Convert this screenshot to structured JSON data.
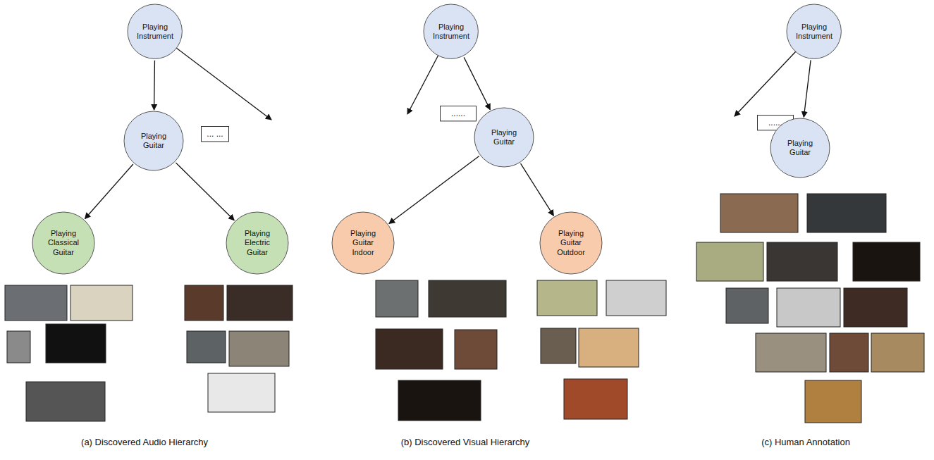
{
  "diagram": {
    "nodes": [
      {
        "text": [
          "Playing Instrument"
        ]
      },
      {
        "text": [
          "Playing Guitar"
        ]
      },
      {
        "text": [
          "... ..."
        ]
      },
      {
        "text": [
          "Playing Classical Guitar"
        ]
      },
      {
        "text": [
          "Playing Electric Guitar"
        ]
      },
      {
        "text": [
          "Playing Instrument"
        ]
      },
      {
        "text": [
          "......"
        ]
      },
      {
        "text": [
          "Playing Guitar"
        ]
      },
      {
        "text": [
          "Playing Guitar Indoor"
        ]
      },
      {
        "text": [
          "Playing Guitar Outdoor"
        ]
      },
      {
        "text": [
          "Playing Instrument"
        ]
      },
      {
        "text": [
          "......"
        ]
      },
      {
        "text": [
          "Playing Guitar"
        ]
      }
    ],
    "edges": [
      {
        "from": 0,
        "to": 1,
        "arrow": "to"
      },
      {
        "from": 1,
        "to": 3,
        "arrow": "to"
      },
      {
        "from": 1,
        "to": 4,
        "arrow": "to"
      },
      {
        "from": 5,
        "to": 7,
        "arrow": "to"
      },
      {
        "from": 7,
        "to": 8,
        "arrow": "to"
      },
      {
        "from": 7,
        "to": 9,
        "arrow": "to"
      },
      {
        "from": 10,
        "to": 12,
        "arrow": "to"
      }
    ],
    "labels": [
      "(a) Discovered Audio Hierarchy",
      "(b) Discovered Visual Hierarchy",
      "(c) Human Annotation"
    ]
  }
}
